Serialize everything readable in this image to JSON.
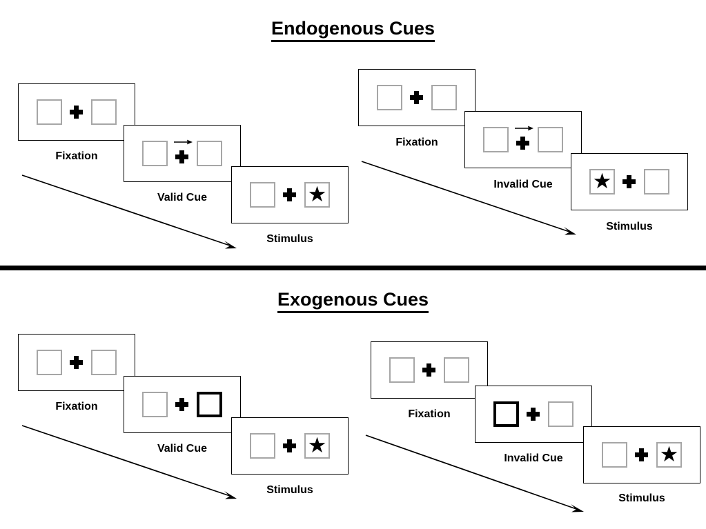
{
  "sections": [
    {
      "id": "endogenous",
      "title": "Endogenous Cues",
      "sequences": [
        {
          "id": "endogenous-valid",
          "frames": [
            {
              "label": "Fixation",
              "left_box": "empty",
              "right_box": "empty",
              "arrow_cue": false
            },
            {
              "label": "Valid Cue",
              "left_box": "empty",
              "right_box": "empty",
              "arrow_cue": true
            },
            {
              "label": "Stimulus",
              "left_box": "empty",
              "right_box": "star",
              "arrow_cue": false
            }
          ]
        },
        {
          "id": "endogenous-invalid",
          "frames": [
            {
              "label": "Fixation",
              "left_box": "empty",
              "right_box": "empty",
              "arrow_cue": false
            },
            {
              "label": "Invalid Cue",
              "left_box": "empty",
              "right_box": "empty",
              "arrow_cue": true
            },
            {
              "label": "Stimulus",
              "left_box": "star",
              "right_box": "empty",
              "arrow_cue": false
            }
          ]
        }
      ]
    },
    {
      "id": "exogenous",
      "title": "Exogenous Cues",
      "sequences": [
        {
          "id": "exogenous-valid",
          "frames": [
            {
              "label": "Fixation",
              "left_box": "empty",
              "right_box": "empty",
              "arrow_cue": false
            },
            {
              "label": "Valid Cue",
              "left_box": "empty",
              "right_box": "cued",
              "arrow_cue": false
            },
            {
              "label": "Stimulus",
              "left_box": "empty",
              "right_box": "star",
              "arrow_cue": false
            }
          ]
        },
        {
          "id": "exogenous-invalid",
          "frames": [
            {
              "label": "Fixation",
              "left_box": "empty",
              "right_box": "empty",
              "arrow_cue": false
            },
            {
              "label": "Invalid Cue",
              "left_box": "cued",
              "right_box": "empty",
              "arrow_cue": false
            },
            {
              "label": "Stimulus",
              "left_box": "empty",
              "right_box": "star",
              "arrow_cue": false
            }
          ]
        }
      ]
    }
  ],
  "glyphs": {
    "star": "★"
  },
  "colors": {
    "ink": "#000000",
    "box_border": "#a6a6a6",
    "cued_border": "#000000",
    "background": "#ffffff"
  }
}
